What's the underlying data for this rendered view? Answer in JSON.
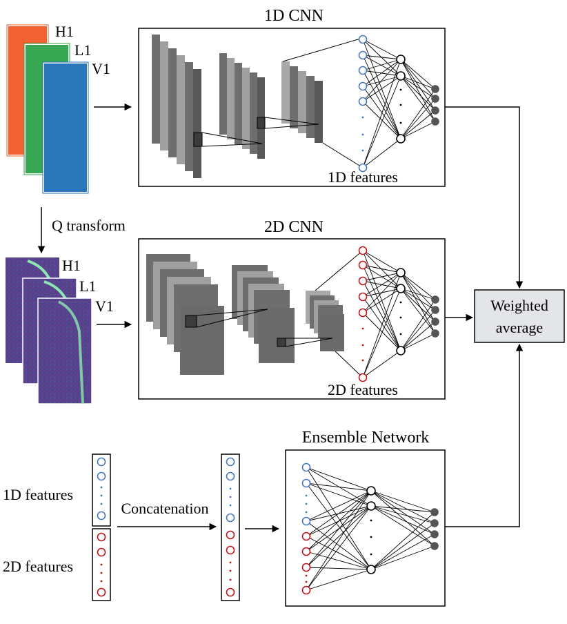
{
  "titles": {
    "cnn1d": "1D CNN",
    "cnn2d": "2D CNN",
    "ensemble": "Ensemble Network"
  },
  "detectors": {
    "h1": "H1",
    "l1": "L1",
    "v1": "V1"
  },
  "labels": {
    "q_transform": "Q transform",
    "weighted_average_line1": "Weighted",
    "weighted_average_line2": "average",
    "features_1d": "1D features",
    "features_2d": "2D features",
    "concatenation": "Concatenation"
  },
  "colors": {
    "h1_strain": "#f05a28",
    "l1_strain": "#2ca24a",
    "v1_strain": "#1f6fb4",
    "node_1d": "#4a78c0",
    "node_2d": "#c0141c",
    "output_node": "#555555",
    "weighted_box": "#e3e5e8",
    "spectrogram_bg": "#5b3f86"
  }
}
